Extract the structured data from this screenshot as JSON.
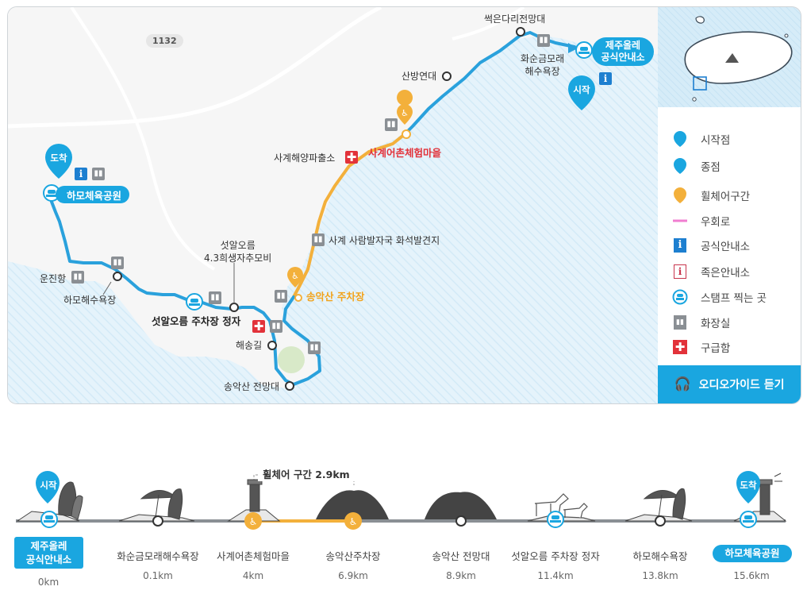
{
  "colors": {
    "route_blue": "#2aa1dc",
    "route_orange": "#f3b03b",
    "sea": "#e8f4fb",
    "land": "#f7f7f7",
    "accent": "#1aa6e0",
    "red": "#e2323a"
  },
  "map": {
    "road_badge": "1132",
    "start_badge": "시작",
    "end_badge": "도착",
    "start_name": "제주올레\n공식안내소",
    "end_name": "하모체육공원",
    "places": {
      "ssegeun": "썩은다리전망대",
      "hwasun": "화순금모래\n해수욕장",
      "sanbang": "산방연대",
      "police": "사계해양파출소",
      "sagye_village": "사계어촌체험마을",
      "footprint": "사계 사람발자국 화석발견지",
      "songak_parking": "송악산 주차장",
      "memorial": "섯알오름\n4.3희생자추모비",
      "seotal_parking": "섯알오름 주차장 정자",
      "haesong": "해송길",
      "songak_view": "송악산 전망대",
      "unjin": "운진항",
      "hamo_beach": "하모해수욕장"
    }
  },
  "legend": {
    "items": [
      {
        "icon": "start-pin-icon",
        "label": "시작점"
      },
      {
        "icon": "end-pin-icon",
        "label": "종점"
      },
      {
        "icon": "wheelchair-pin-icon",
        "label": "휠체어구간"
      },
      {
        "icon": "detour-line-icon",
        "label": "우회로"
      },
      {
        "icon": "info-icon",
        "label": "공식안내소"
      },
      {
        "icon": "small-info-icon",
        "label": "족은안내소"
      },
      {
        "icon": "stamp-icon",
        "label": "스탬프 찍는 곳"
      },
      {
        "icon": "restroom-icon",
        "label": "화장실"
      },
      {
        "icon": "first-aid-icon",
        "label": "구급함"
      }
    ],
    "audio_button": "오디오가이드 듣기"
  },
  "profile": {
    "wheelchair_label": "휠체어 구간 2.9km",
    "start_badge": "시작",
    "end_badge": "도착",
    "stations": [
      {
        "name": "제주올레\n공식안내소",
        "km": "0km"
      },
      {
        "name": "화순금모래해수욕장",
        "km": "0.1km"
      },
      {
        "name": "사계어촌체험마을",
        "km": "4km"
      },
      {
        "name": "송악산주차장",
        "km": "6.9km"
      },
      {
        "name": "송악산 전망대",
        "km": "8.9km"
      },
      {
        "name": "섯알오름 주차장 정자",
        "km": "11.4km"
      },
      {
        "name": "하모해수욕장",
        "km": "13.8km"
      },
      {
        "name": "하모체육공원",
        "km": "15.6km"
      }
    ]
  }
}
